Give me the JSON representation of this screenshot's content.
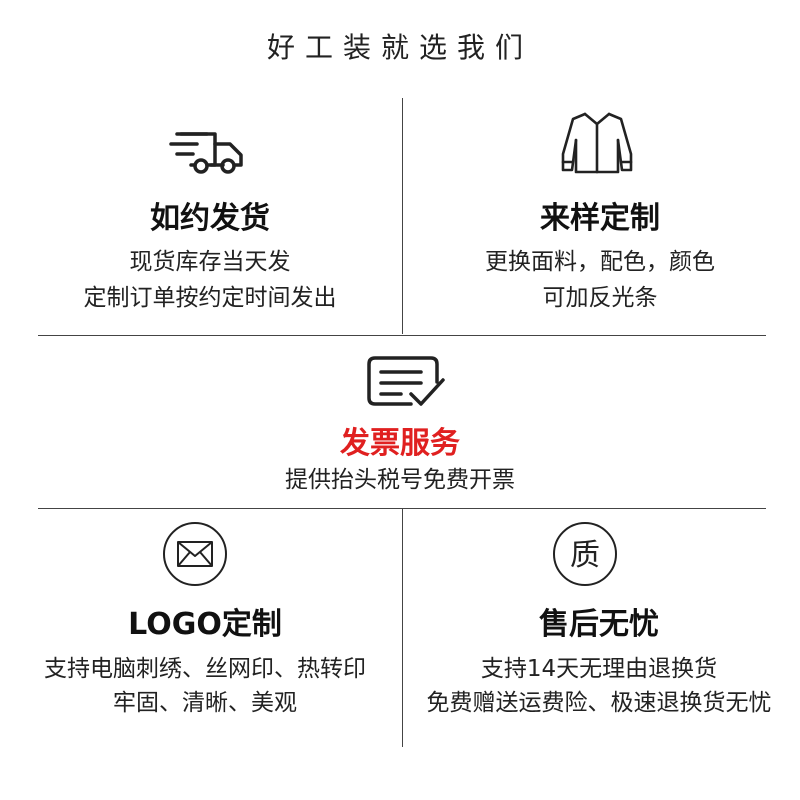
{
  "page_title": "好工装就选我们",
  "features": {
    "delivery": {
      "icon": "delivery-truck-icon",
      "title": "如约发货",
      "lines": [
        "现货库存当天发",
        "定制订单按约定时间发出"
      ]
    },
    "sample": {
      "icon": "shirt-icon",
      "title": "来样定制",
      "lines": [
        "更换面料，配色，颜色",
        "可加反光条"
      ]
    },
    "invoice": {
      "icon": "invoice-check-icon",
      "title": "发票服务",
      "title_color": "#e02020",
      "lines": [
        "提供抬头税号免费开票"
      ]
    },
    "logo": {
      "icon": "envelope-icon",
      "title": "LOGO定制",
      "lines": [
        "支持电脑刺绣、丝网印、热转印",
        "牢固、清晰、美观"
      ]
    },
    "aftersale": {
      "icon": "quality-badge-icon",
      "icon_char": "质",
      "title": "售后无忧",
      "lines": [
        "支持14天无理由退换货",
        "免费赠送运费险、极速退换货无忧"
      ]
    }
  }
}
